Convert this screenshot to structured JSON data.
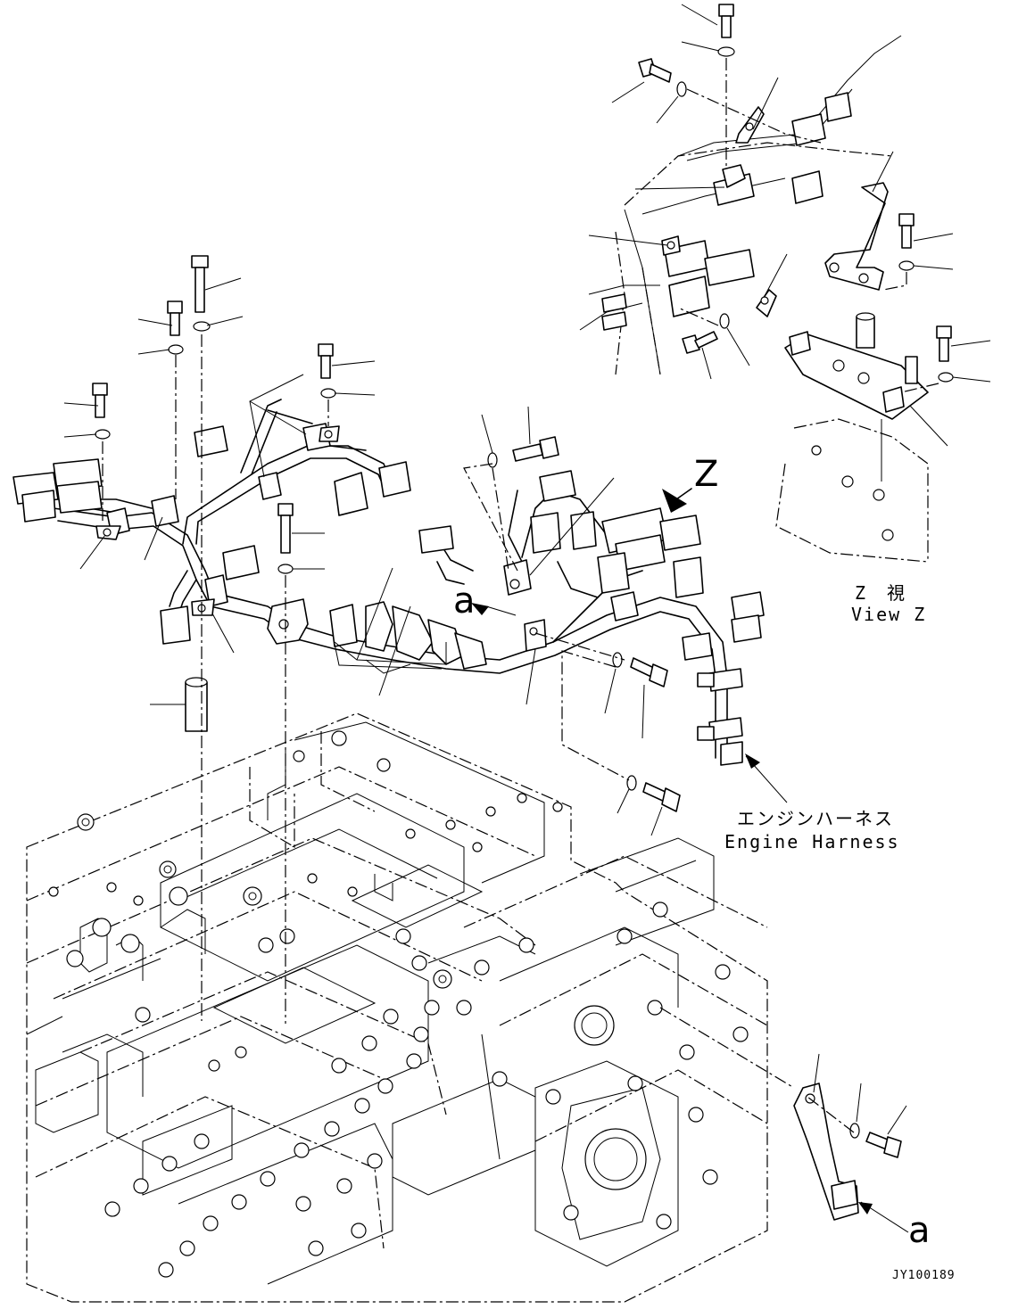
{
  "labels": {
    "view_letter": "Z",
    "view_jp": "Z　視",
    "view_en": "View Z",
    "arrow_a_top": "a",
    "arrow_a_bottom": "a",
    "harness_jp": "エンジンハーネス",
    "harness_en": "Engine Harness",
    "drawing_number": "JY100189"
  }
}
